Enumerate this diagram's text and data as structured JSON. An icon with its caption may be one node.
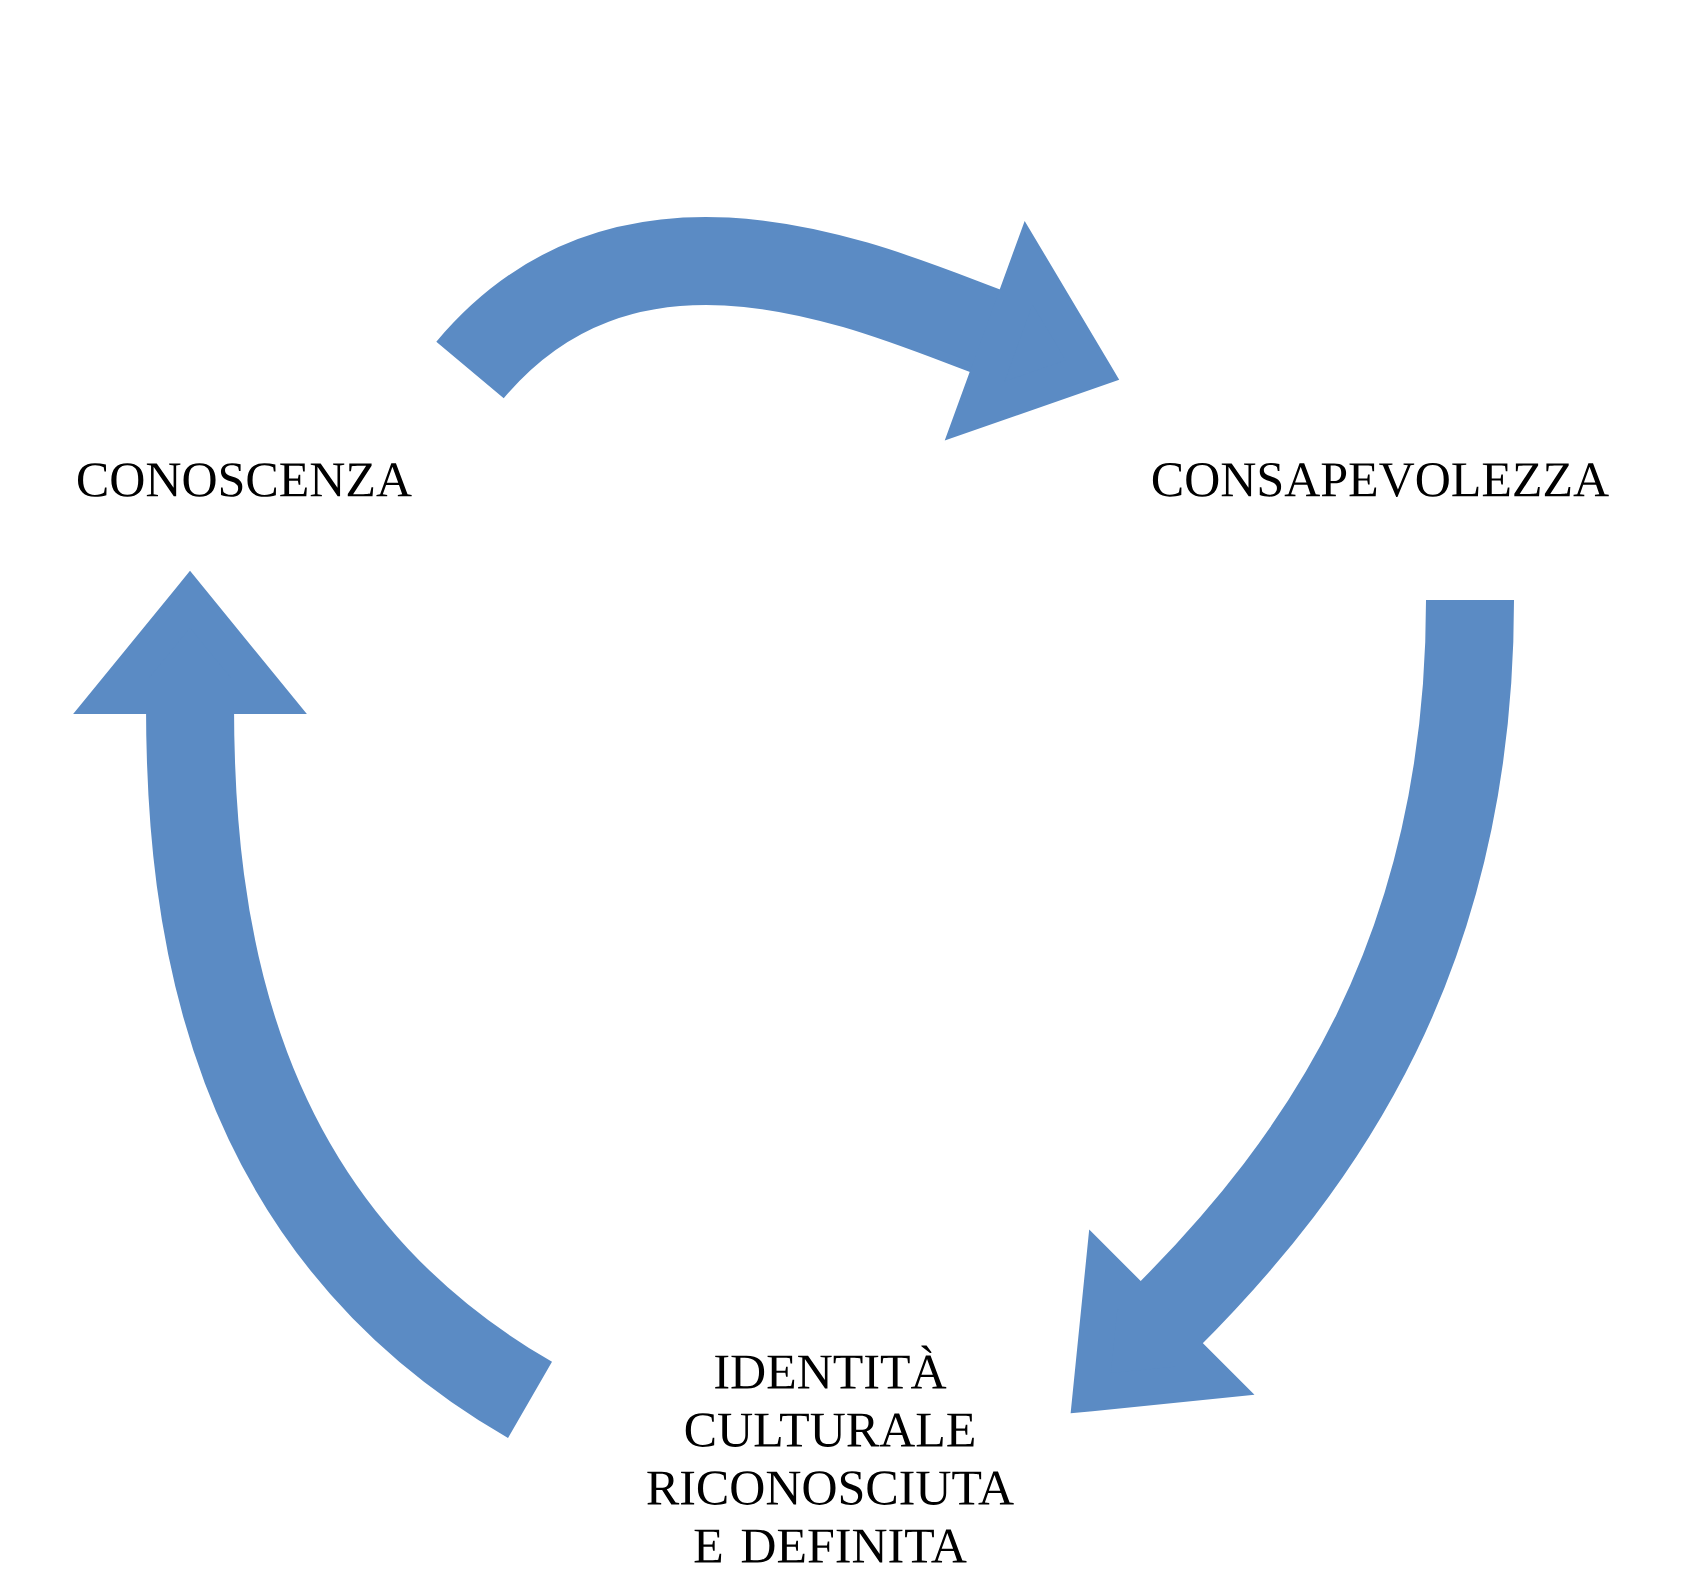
{
  "diagram": {
    "nodes": [
      {
        "text": [
          "CONOSCENZA"
        ]
      },
      {
        "text": [
          "CONSAPEVOLEZZA"
        ]
      },
      {
        "text": [
          "IDENTITÀ CULTURALE RICONOSCIUTA E DEFINITA"
        ]
      }
    ],
    "edges": [
      {
        "from": 0,
        "to": 1,
        "arrow": "to"
      },
      {
        "from": 1,
        "to": 2,
        "arrow": "to"
      },
      {
        "from": 2,
        "to": 0,
        "arrow": "to"
      }
    ]
  }
}
